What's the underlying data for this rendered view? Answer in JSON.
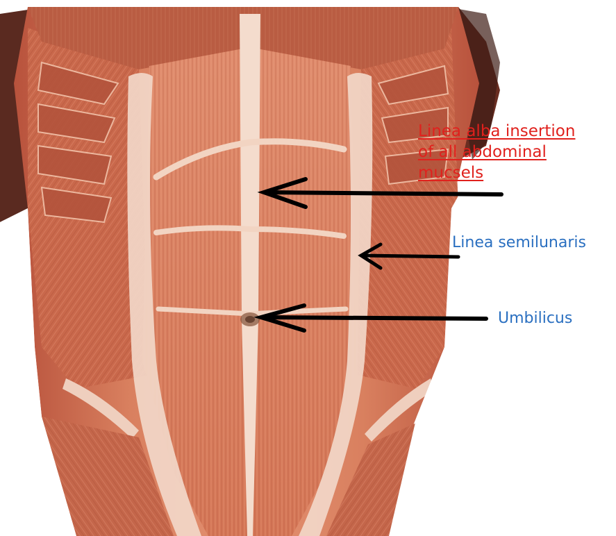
{
  "annotations": {
    "linea_alba": {
      "lines": [
        "Linea alba insertion",
        "of all abdominal",
        "mucsels"
      ],
      "color": "#e0211d"
    },
    "linea_semilunaris": {
      "text": "Linea semilunaris",
      "color": "#2a6fc0"
    },
    "umbilicus": {
      "text": "Umbilicus",
      "color": "#2a6fc0"
    }
  },
  "arrow_color": "#000000",
  "illustration": {
    "subject": "anterior abdominal wall musculature",
    "muscle_color": "#d8775a",
    "tendon_color": "#f2d7c8"
  }
}
